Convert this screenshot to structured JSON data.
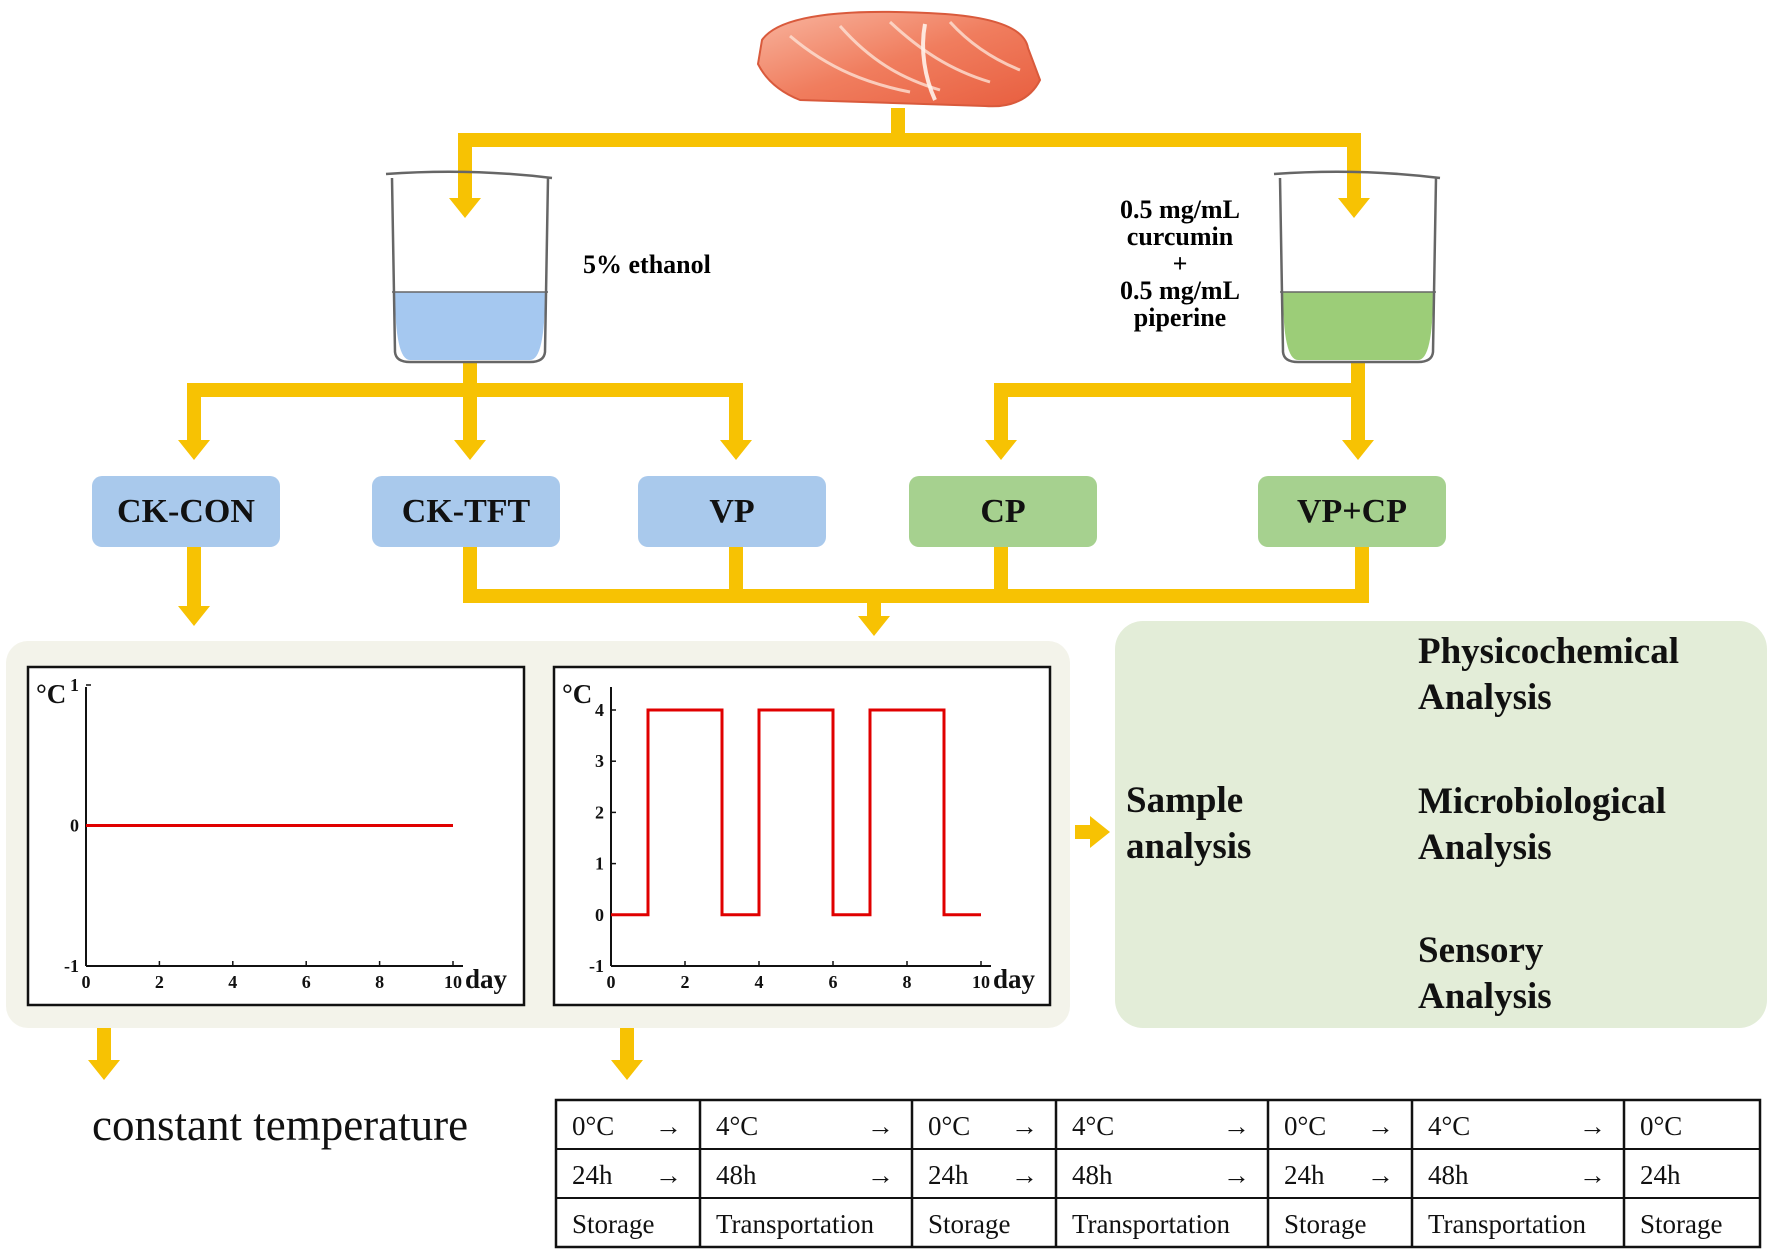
{
  "reagents": {
    "left": "5% ethanol",
    "right_lines": [
      "0.5 mg/mL",
      "curcumin",
      "+",
      "0.5 mg/mL",
      "piperine"
    ]
  },
  "groups": [
    {
      "label": "CK-CON",
      "color": "#a9c9ec"
    },
    {
      "label": "CK-TFT",
      "color": "#a9c9ec"
    },
    {
      "label": "VP",
      "color": "#a9c9ec"
    },
    {
      "label": "CP",
      "color": "#a6d18f"
    },
    {
      "label": "VP+CP",
      "color": "#a6d18f"
    }
  ],
  "colors": {
    "arrow": "#f7c203",
    "blue_liquid": "#a5c8f0",
    "green_liquid": "#9ccd78",
    "analysis_panel": "#e3edd8",
    "chart_panel": "#f3f3ea",
    "line": "#e00000"
  },
  "analysis": {
    "center_lines": [
      "Sample",
      "analysis"
    ],
    "items": [
      {
        "lines": [
          "Physicochemical",
          "Analysis"
        ]
      },
      {
        "lines": [
          "Microbiological",
          "Analysis"
        ]
      },
      {
        "lines": [
          "Sensory",
          "Analysis"
        ]
      }
    ]
  },
  "chart_data": [
    {
      "type": "line",
      "ylabel": "°C",
      "xlabel": "day",
      "xlim": [
        0,
        10
      ],
      "ylim": [
        -1,
        1
      ],
      "x_ticks": [
        "0",
        "2",
        "4",
        "6",
        "8",
        "10"
      ],
      "y_ticks": [
        "-1",
        "0",
        "1"
      ],
      "x": [
        0,
        10
      ],
      "y": [
        0,
        0
      ]
    },
    {
      "type": "line",
      "ylabel": "°C",
      "xlabel": "day",
      "xlim": [
        0,
        10
      ],
      "ylim": [
        -1,
        4
      ],
      "x_ticks": [
        "0",
        "2",
        "4",
        "6",
        "8",
        "10"
      ],
      "y_ticks": [
        "-1",
        "0",
        "1",
        "2",
        "3",
        "4"
      ],
      "x": [
        0,
        1,
        1,
        3,
        3,
        4,
        4,
        6,
        6,
        7,
        7,
        9,
        9,
        10
      ],
      "y": [
        0,
        0,
        4,
        4,
        0,
        0,
        4,
        4,
        0,
        0,
        4,
        4,
        0,
        0
      ]
    }
  ],
  "constant_label": "constant temperature",
  "schedule": {
    "rows": [
      [
        "0°C",
        "4°C",
        "0°C",
        "4°C",
        "0°C",
        "4°C",
        "0°C"
      ],
      [
        "24h",
        "48h",
        "24h",
        "48h",
        "24h",
        "48h",
        "24h"
      ],
      [
        "Storage",
        "Transportation",
        "Storage",
        "Transportation",
        "Storage",
        "Transportation",
        "Storage"
      ]
    ],
    "arrow": "→"
  }
}
